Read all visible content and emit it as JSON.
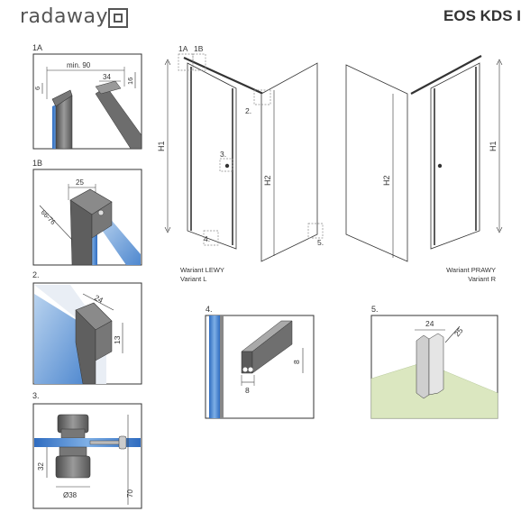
{
  "header": {
    "brand": "radaway",
    "model": "EOS KDS I"
  },
  "details": {
    "d1a": {
      "label": "1A",
      "dims": [
        "min. 90",
        "34",
        "6",
        "16"
      ]
    },
    "d1b": {
      "label": "1B",
      "dims": [
        "25",
        "66-76"
      ]
    },
    "d2": {
      "label": "2.",
      "dims": [
        "24",
        "13"
      ]
    },
    "d3": {
      "label": "3.",
      "dims": [
        "32",
        "Ø38",
        "70"
      ]
    },
    "d4": {
      "label": "4.",
      "dims": [
        "8",
        "8"
      ]
    },
    "d5": {
      "label": "5.",
      "dims": [
        "24",
        "25"
      ]
    }
  },
  "views": {
    "left": {
      "callouts": [
        "1A",
        "1B",
        "2.",
        "3.",
        "4.",
        "5."
      ],
      "dims": [
        "H1",
        "H2"
      ],
      "caption": [
        "Wariant LEWY",
        "Variant L"
      ]
    },
    "right": {
      "dims": [
        "H1",
        "H2"
      ],
      "caption": [
        "Wariant PRAWY",
        "Variant R"
      ]
    }
  },
  "colors": {
    "glass": "#3a78c8",
    "profile": "#6d6d6d",
    "floor": "#cfe0a8",
    "line": "#333333"
  }
}
